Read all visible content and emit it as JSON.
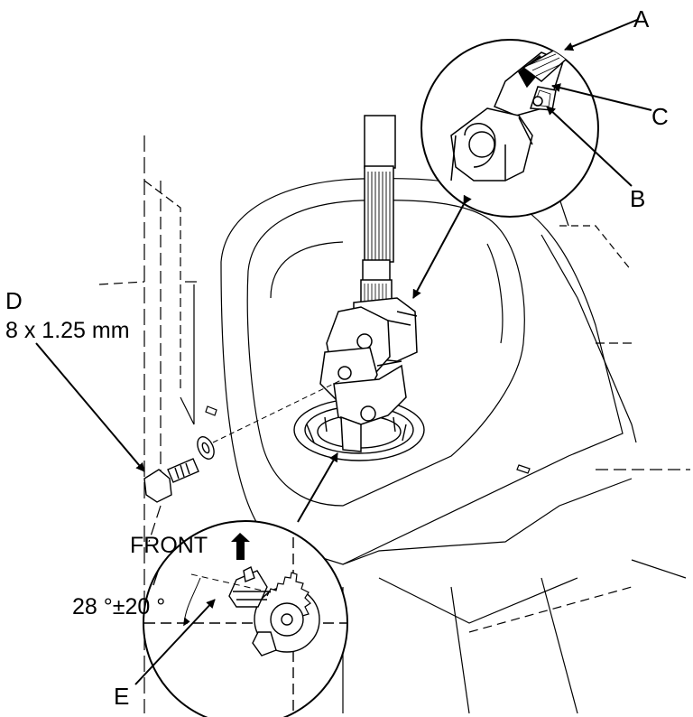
{
  "callouts": {
    "A": "A",
    "B": "B",
    "C": "C",
    "D": "D",
    "E": "E"
  },
  "bolt_spec": "8 x 1.25 mm",
  "front_label": "FRONT",
  "angle_spec": "28 °±20 °",
  "colors": {
    "line": "#000000",
    "background": "#ffffff"
  }
}
